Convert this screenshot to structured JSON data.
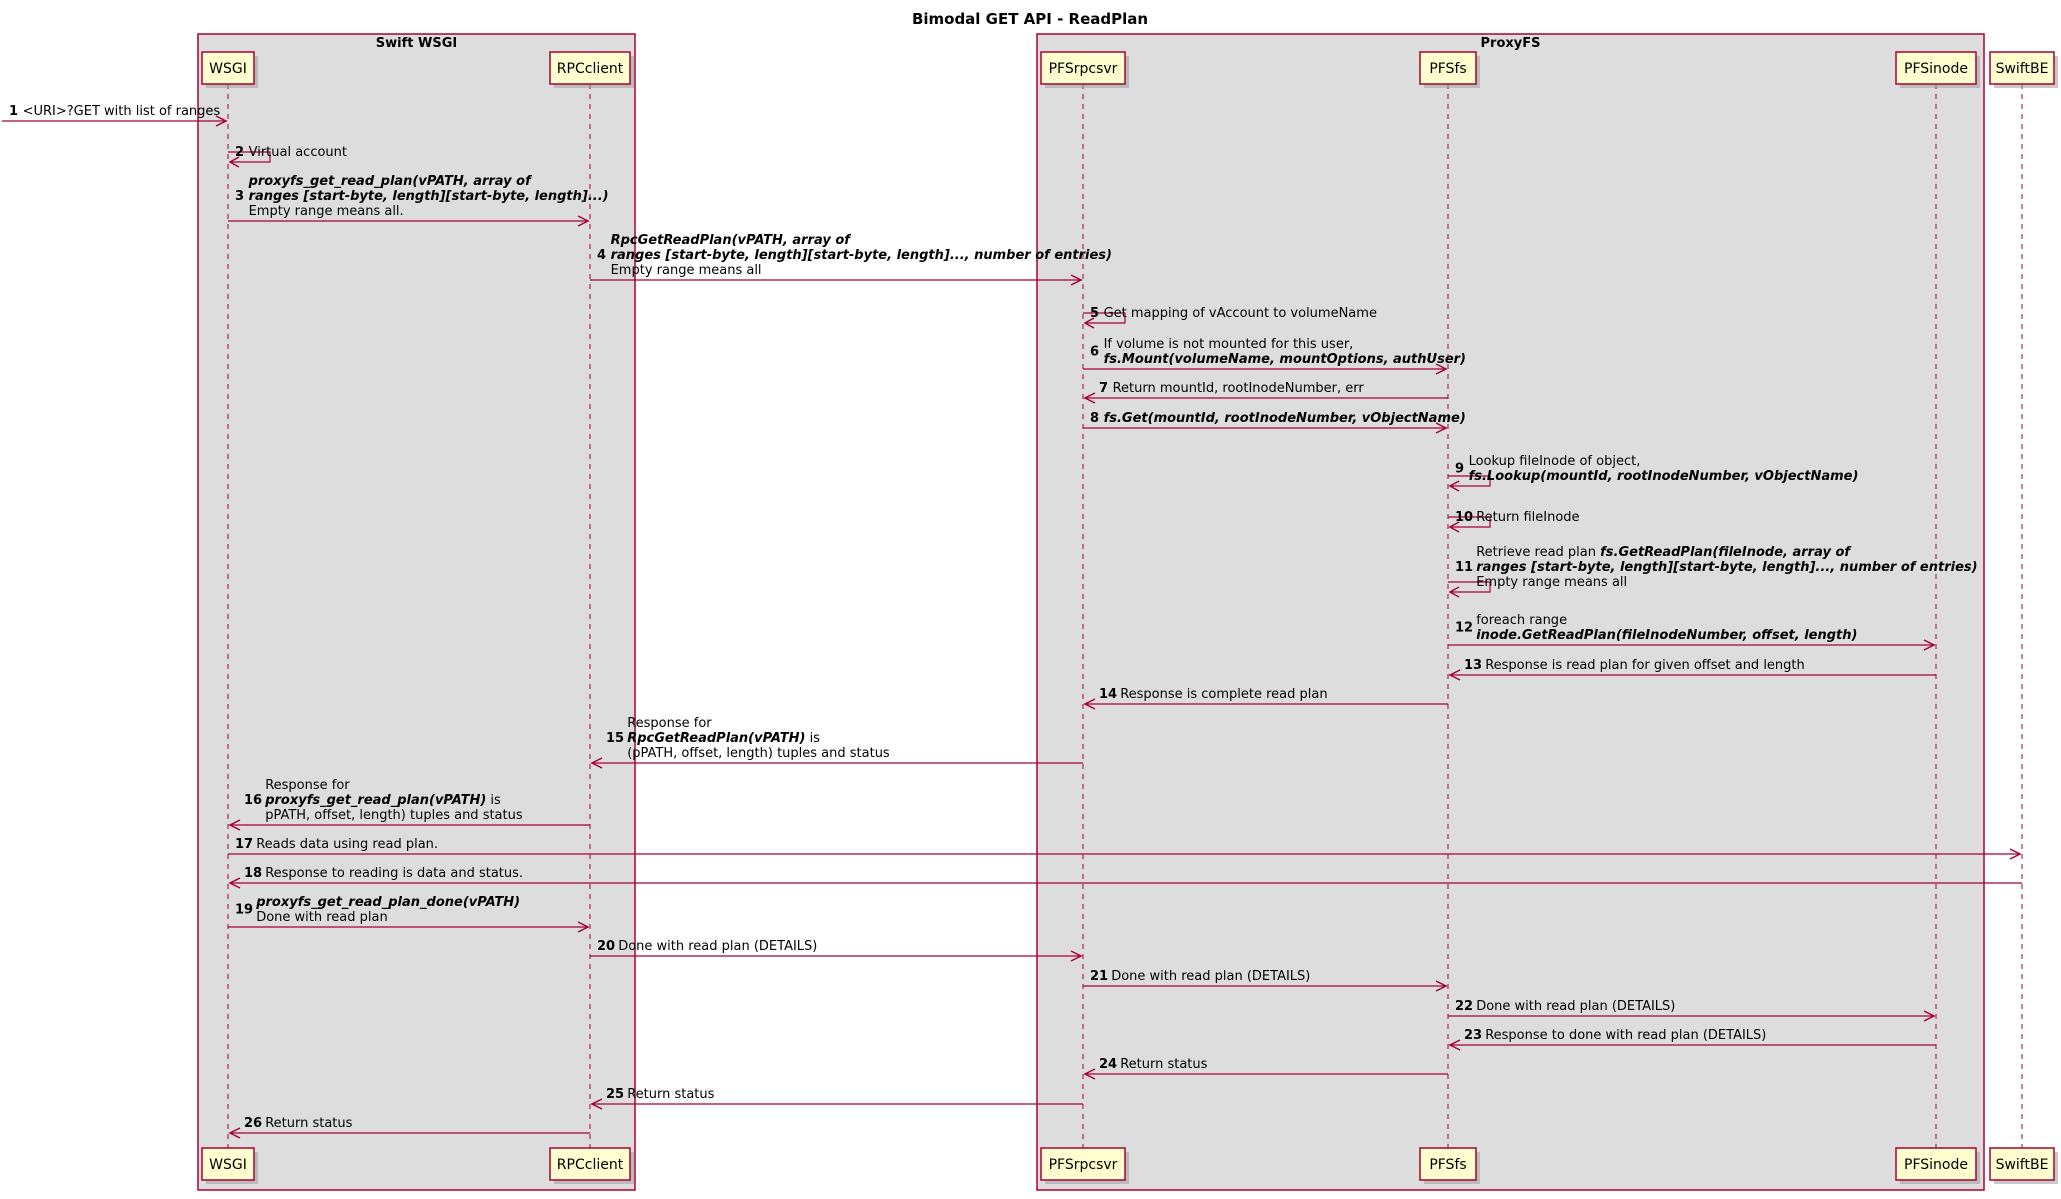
{
  "title": "Bimodal GET API - ReadPlan",
  "boxes": [
    {
      "id": "swift",
      "title": "Swift WSGI"
    },
    {
      "id": "proxyfs",
      "title": "ProxyFS"
    }
  ],
  "participants": [
    {
      "id": "wsgi",
      "label": "WSGI"
    },
    {
      "id": "rpc",
      "label": "RPCclient"
    },
    {
      "id": "pfsrpc",
      "label": "PFSrpcsvr"
    },
    {
      "id": "pfsfs",
      "label": "PFSfs"
    },
    {
      "id": "pfsinode",
      "label": "PFSinode"
    },
    {
      "id": "swiftbe",
      "label": "SwiftBE"
    }
  ],
  "messages": [
    {
      "num": "1",
      "from": "ext",
      "to": "wsgi",
      "lines": [
        [
          {
            "t": "<URI>?GET with list of ranges"
          }
        ]
      ]
    },
    {
      "num": "2",
      "from": "wsgi",
      "to": "wsgi",
      "lines": [
        [
          {
            "t": "Virtual account"
          }
        ]
      ]
    },
    {
      "num": "3",
      "from": "wsgi",
      "to": "rpc",
      "lines": [
        [
          {
            "t": "proxyfs_get_read_plan(vPATH, array of",
            "b": true
          }
        ],
        [
          {
            "t": "ranges [start-byte, length][start-byte, length]...)",
            "b": true
          }
        ],
        [
          {
            "t": "Empty range means all."
          }
        ]
      ]
    },
    {
      "num": "4",
      "from": "rpc",
      "to": "pfsrpc",
      "lines": [
        [
          {
            "t": "RpcGetReadPlan(vPATH, array of",
            "b": true
          }
        ],
        [
          {
            "t": "ranges [start-byte, length][start-byte, length]..., number of entries)",
            "b": true
          }
        ],
        [
          {
            "t": "Empty range means all"
          }
        ]
      ]
    },
    {
      "num": "5",
      "from": "pfsrpc",
      "to": "pfsrpc",
      "lines": [
        [
          {
            "t": "Get mapping of vAccount to volumeName"
          }
        ]
      ]
    },
    {
      "num": "6",
      "from": "pfsrpc",
      "to": "pfsfs",
      "lines": [
        [
          {
            "t": "If volume is not mounted for this user,"
          }
        ],
        [
          {
            "t": "fs.Mount(volumeName, mountOptions, authUser)",
            "b": true
          }
        ]
      ]
    },
    {
      "num": "7",
      "from": "pfsfs",
      "to": "pfsrpc",
      "lines": [
        [
          {
            "t": "Return mountId, rootInodeNumber, err"
          }
        ]
      ]
    },
    {
      "num": "8",
      "from": "pfsrpc",
      "to": "pfsfs",
      "lines": [
        [
          {
            "t": "fs.Get(mountId, rootInodeNumber, vObjectName)",
            "b": true
          }
        ]
      ]
    },
    {
      "num": "9",
      "from": "pfsfs",
      "to": "pfsfs",
      "lines": [
        [
          {
            "t": "Lookup fileInode of object,"
          }
        ],
        [
          {
            "t": "fs.Lookup(mountId, rootInodeNumber, vObjectName)",
            "b": true
          }
        ]
      ]
    },
    {
      "num": "10",
      "from": "pfsfs",
      "to": "pfsfs",
      "lines": [
        [
          {
            "t": "Return fileInode"
          }
        ]
      ]
    },
    {
      "num": "11",
      "from": "pfsfs",
      "to": "pfsfs",
      "lines": [
        [
          {
            "t": "Retrieve read plan "
          },
          {
            "t": "fs.GetReadPlan(fileInode, array of",
            "b": true
          }
        ],
        [
          {
            "t": "ranges [start-byte, length][start-byte, length]..., number of entries)",
            "b": true
          }
        ],
        [
          {
            "t": "Empty range means all"
          }
        ]
      ]
    },
    {
      "num": "12",
      "from": "pfsfs",
      "to": "pfsinode",
      "lines": [
        [
          {
            "t": "foreach range"
          }
        ],
        [
          {
            "t": "inode.GetReadPlan(fileInodeNumber, offset, length)",
            "b": true
          }
        ]
      ]
    },
    {
      "num": "13",
      "from": "pfsinode",
      "to": "pfsfs",
      "lines": [
        [
          {
            "t": "Response is read plan for given offset and length"
          }
        ]
      ]
    },
    {
      "num": "14",
      "from": "pfsfs",
      "to": "pfsrpc",
      "lines": [
        [
          {
            "t": "Response is complete read plan"
          }
        ]
      ]
    },
    {
      "num": "15",
      "from": "pfsrpc",
      "to": "rpc",
      "lines": [
        [
          {
            "t": "Response for"
          }
        ],
        [
          {
            "t": "RpcGetReadPlan(vPATH)",
            "b": true
          },
          {
            "t": " is"
          }
        ],
        [
          {
            "t": "(pPATH, offset, length) tuples and status"
          }
        ]
      ]
    },
    {
      "num": "16",
      "from": "rpc",
      "to": "wsgi",
      "lines": [
        [
          {
            "t": "Response for"
          }
        ],
        [
          {
            "t": "proxyfs_get_read_plan(vPATH)",
            "b": true
          },
          {
            "t": " is"
          }
        ],
        [
          {
            "t": "pPATH, offset, length) tuples and status"
          }
        ]
      ]
    },
    {
      "num": "17",
      "from": "wsgi",
      "to": "swiftbe",
      "lines": [
        [
          {
            "t": "Reads data using read plan."
          }
        ]
      ]
    },
    {
      "num": "18",
      "from": "swiftbe",
      "to": "wsgi",
      "lines": [
        [
          {
            "t": "Response to reading is data and status."
          }
        ]
      ]
    },
    {
      "num": "19",
      "from": "wsgi",
      "to": "rpc",
      "lines": [
        [
          {
            "t": "proxyfs_get_read_plan_done(vPATH)",
            "b": true
          }
        ],
        [
          {
            "t": "Done with read plan"
          }
        ]
      ]
    },
    {
      "num": "20",
      "from": "rpc",
      "to": "pfsrpc",
      "lines": [
        [
          {
            "t": "Done with read plan (DETAILS)"
          }
        ]
      ]
    },
    {
      "num": "21",
      "from": "pfsrpc",
      "to": "pfsfs",
      "lines": [
        [
          {
            "t": "Done with read plan (DETAILS)"
          }
        ]
      ]
    },
    {
      "num": "22",
      "from": "pfsfs",
      "to": "pfsinode",
      "lines": [
        [
          {
            "t": "Done with read plan (DETAILS)"
          }
        ]
      ]
    },
    {
      "num": "23",
      "from": "pfsinode",
      "to": "pfsfs",
      "lines": [
        [
          {
            "t": "Response to done with read plan (DETAILS)"
          }
        ]
      ]
    },
    {
      "num": "24",
      "from": "pfsfs",
      "to": "pfsrpc",
      "lines": [
        [
          {
            "t": "Return status"
          }
        ]
      ]
    },
    {
      "num": "25",
      "from": "pfsrpc",
      "to": "rpc",
      "lines": [
        [
          {
            "t": "Return status"
          }
        ]
      ]
    },
    {
      "num": "26",
      "from": "rpc",
      "to": "wsgi",
      "lines": [
        [
          {
            "t": "Return status"
          }
        ]
      ]
    }
  ]
}
